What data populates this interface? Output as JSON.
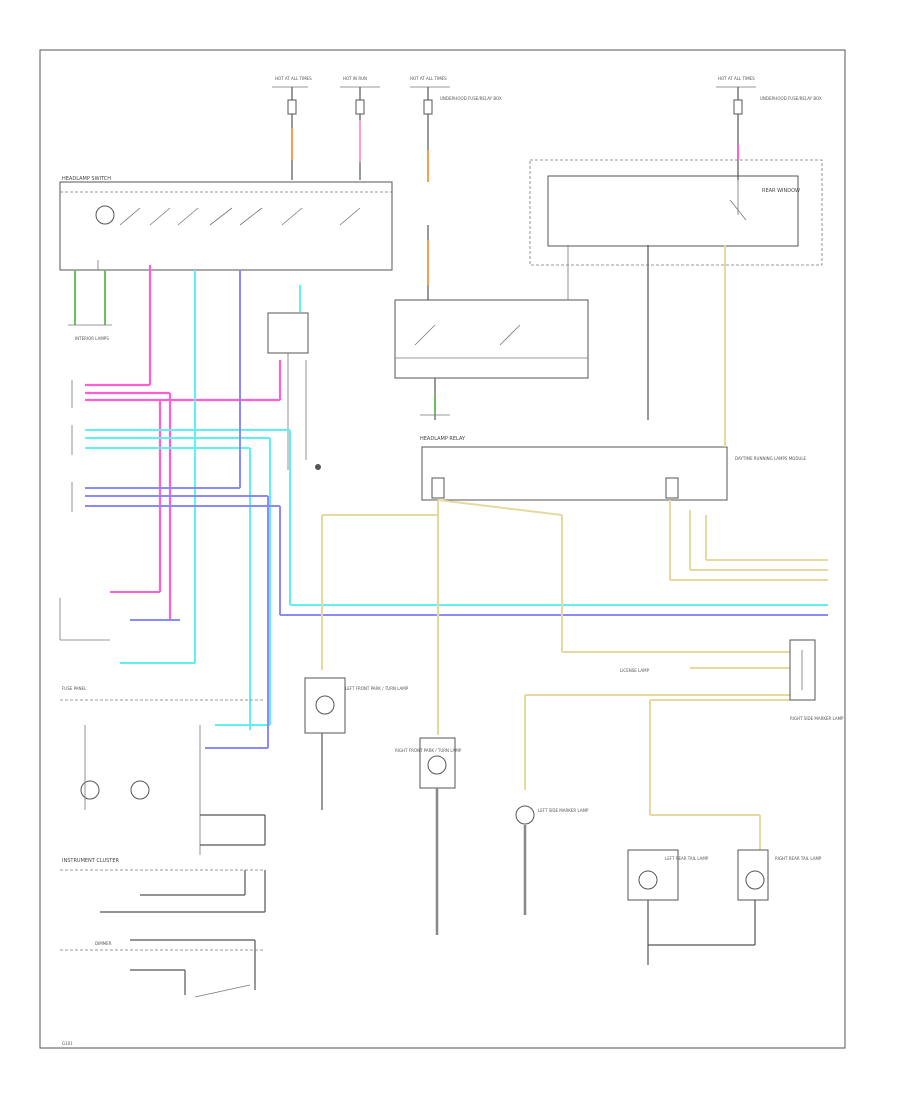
{
  "colors": {
    "pink": "#ff5fd0",
    "cyan": "#5ff0f0",
    "blue": "#8a8aff",
    "tan": "#e6d9a0",
    "orange": "#f5a050",
    "green": "#6fbf5f",
    "black": "#555555"
  },
  "labels": {
    "headlamp_switch": "HEADLAMP SWITCH",
    "instrument_cluster": "INSTRUMENT CLUSTER",
    "fuse_panel": "FUSE PANEL",
    "headlamp_relay": "HEADLAMP RELAY",
    "daytime_lamps": "DAYTIME RUNNING LAMPS MODULE",
    "left_front_parking": "LEFT FRONT PARK / TURN LAMP",
    "right_front_parking": "RIGHT FRONT PARK / TURN LAMP",
    "left_rear_lamp": "LEFT REAR TAIL LAMP",
    "right_rear_lamp": "RIGHT REAR TAIL LAMP",
    "left_marker": "LEFT SIDE MARKER LAMP",
    "right_marker": "RIGHT SIDE MARKER LAMP",
    "license_lamp": "LICENSE LAMP",
    "rear_window": "REAR WINDOW",
    "ground": "G101",
    "dimmer": "DIMMER",
    "interior_lamps": "INTERIOR LAMPS"
  }
}
